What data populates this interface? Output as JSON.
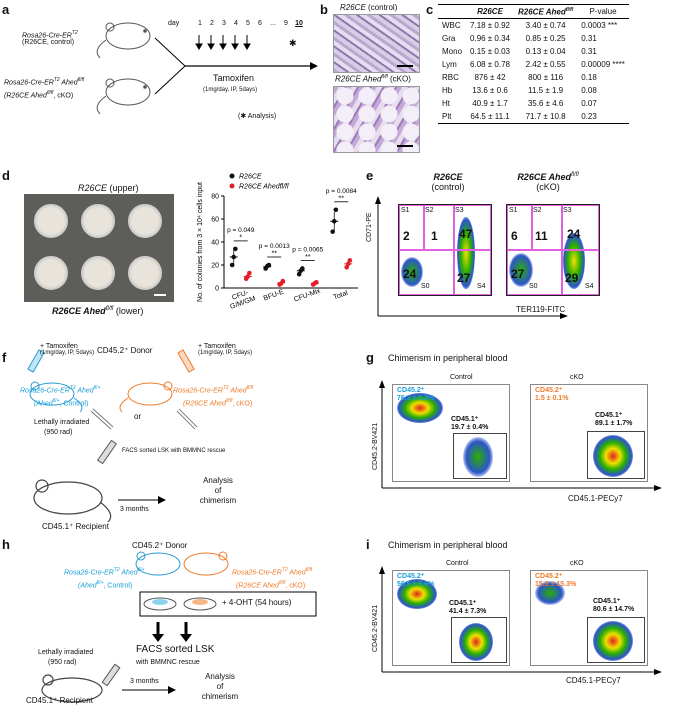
{
  "panels": {
    "a": {
      "label": "a",
      "mouse1_line1": "Rosa26-Cre-ER",
      "mouse1_sup1": "T2",
      "mouse1_line2": "(R26CE, control)",
      "mouse2_line1": "Rosa26-Cre-ER",
      "mouse2_sup1": "T2",
      "mouse2_line1b": " Ahed",
      "mouse2_sup2": "fl/fl",
      "mouse2_line2": "(R26CE Ahed",
      "mouse2_sup3": "fl/fl",
      "mouse2_line2b": ", cKO)",
      "days_label": "day",
      "days": [
        "1",
        "2",
        "3",
        "4",
        "5",
        "6",
        "...",
        "9",
        "10"
      ],
      "treatment": "Tamoxifen",
      "dose": "(1mg/day, IP, 5days)",
      "asterisk": "✱",
      "analysis_note": "(✱ Analysis)"
    },
    "b": {
      "label": "b",
      "top_title": "R26CE",
      "top_title_b": " (control)",
      "bottom_title": "R26CE Ahed",
      "bottom_sup": "fl/fl",
      "bottom_title_b": " (cKO)"
    },
    "c": {
      "label": "c",
      "headers": [
        "",
        "R26CE",
        "R26CE Ahed",
        "P-value"
      ],
      "header_sup": "fl/fl",
      "rows": [
        [
          "WBC",
          "7.18 ± 0.92",
          "3.40 ± 0.74",
          "0.0003",
          "***"
        ],
        [
          "Gra",
          "0.96 ± 0.34",
          "0.85 ± 0.25",
          "0.31",
          ""
        ],
        [
          "Mono",
          "0.15 ± 0.03",
          "0.13 ± 0.04",
          "0.31",
          ""
        ],
        [
          "Lym",
          "6.08 ± 0.78",
          "2.42 ± 0.55",
          "0.00009",
          "****"
        ],
        [
          "RBC",
          "876 ± 42",
          "800 ± 116",
          "0.18",
          ""
        ],
        [
          "Hb",
          "13.6 ± 0.6",
          "11.5 ± 1.9",
          "0.08",
          ""
        ],
        [
          "Ht",
          "40.9 ± 1.7",
          "35.6 ± 4.6",
          "0.07",
          ""
        ],
        [
          "Plt",
          "64.5 ± 11.1",
          "71.7 ± 10.8",
          "0.23",
          ""
        ]
      ]
    },
    "d": {
      "label": "d",
      "upper_caption": "R26CE",
      "upper_caption_b": "(upper)",
      "lower_caption": "R26CE Ahed",
      "lower_sup": "fl/fl",
      "lower_caption_b": "(lower)",
      "pvals": [
        "p = 0.049",
        "p = 0.0013",
        "p = 0.0065",
        "p = 0.0084"
      ],
      "stars": [
        "*",
        "**",
        "**",
        "**"
      ]
    },
    "e": {
      "label": "e",
      "title1": "R26CE",
      "sub1": "(control)",
      "title2": "R26CE Ahed",
      "title2_sup": "fl/fl",
      "sub2": "(cKO)",
      "y_axis": "CD71-PE",
      "x_axis": "TER119-FITC",
      "gates": [
        "S1",
        "S2",
        "S3",
        "S0",
        "S4"
      ],
      "control_values": [
        "2",
        "1",
        "47",
        "24",
        "27"
      ],
      "cko_values": [
        "6",
        "11",
        "24",
        "27",
        "29"
      ]
    },
    "f": {
      "label": "f",
      "tam_left": "+ Tamoxifen",
      "tam_left_dose": "(1mg/day, IP, 5days)",
      "tam_right": "+ Tamoxifen",
      "tam_right_dose": "(1mg/day, IP, 5days)",
      "donor": "CD45.2⁺ Donor",
      "left_strain": "Rosa26-Cre-ER",
      "left_strain_sup": "T2",
      "left_strain_b": " Ahed",
      "left_strain_sup2": "fl/+",
      "left_strain2": "(Ahed",
      "left_strain2_sup": "fl/+",
      "left_strain2_b": ", Control)",
      "or_text": "or",
      "right_strain": "Rosa26-Cre-ER",
      "right_strain_sup": "T2",
      "right_strain_b": " Ahed",
      "right_strain_sup2": "fl/fl",
      "right_strain2": "(R26CE Ahed",
      "right_strain2_sup": "fl/fl",
      "right_strain2_b": ", cKO)",
      "irradiated": "Lethally irradiated",
      "rad": "(950 rad)",
      "sorted": "FACS sorted LSK with BMMNC rescue",
      "months": "3 months",
      "analysis": "Analysis",
      "analysis2": "of",
      "analysis3": "chimerism",
      "recipient": "CD45.1⁺ Recipient"
    },
    "g": {
      "label": "g",
      "title": "Chimerism in peripheral blood",
      "col_control": "Control",
      "col_cko": "cKO",
      "y_axis": "CD45.2-BV421",
      "x_axis": "CD45.1-PECy7",
      "control_452_label": "CD45.2⁺",
      "control_452_value": "76.3 ± 0.3%",
      "control_451_label": "CD45.1⁺",
      "control_451_value": "19.7 ± 0.4%",
      "cko_452_label": "CD45.2⁺",
      "cko_452_value": "1.5 ± 0.1%",
      "cko_451_label": "CD45.1⁺",
      "cko_451_value": "89.1 ± 1.7%"
    },
    "h": {
      "label": "h",
      "donor": "CD45.2⁺ Donor",
      "left_strain": "Rosa26-Cre-ER",
      "left_strain_sup": "T2",
      "left_strain_b": " Ahed",
      "left_strain_sup2": "fl/+",
      "left_strain2": "(Ahed",
      "left_strain2_sup": "fl/+",
      "left_strain2_b": ", Control)",
      "right_strain": "Rosa26-Cre-ER",
      "right_strain_sup": "T2",
      "right_strain_b": " Ahed",
      "right_strain_sup2": "fl/fl",
      "right_strain2": "(R26CE Ahed",
      "right_strain2_sup": "fl/fl",
      "right_strain2_b": ", cKO)",
      "treatment": "+ 4-OHT (54 hours)",
      "sorted": "FACS sorted LSK",
      "rescue": "with BMMNC rescue",
      "irradiated": "Lethally irradiated",
      "rad": "(950 rad)",
      "months": "3 months",
      "analysis": "Analysis",
      "analysis2": "of",
      "analysis3": "chimerism",
      "recipient": "CD45.1⁺ Recipient"
    },
    "i": {
      "label": "i",
      "title": "Chimerism in peripheral blood",
      "col_control": "Control",
      "col_cko": "cKO",
      "y_axis": "CD45.2-BV421",
      "x_axis": "CD45.1-PECy7",
      "control_452_label": "CD45.2⁺",
      "control_452_value": "56.9 ± 8.6%",
      "control_451_label": "CD45.1⁺",
      "control_451_value": "41.4 ± 7.3%",
      "cko_452_label": "CD45.2⁺",
      "cko_452_value": "15.3 ± 15.3%",
      "cko_451_label": "CD45.1⁺",
      "cko_451_value": "80.6 ± 14.7%"
    }
  },
  "colors": {
    "control_blue": "#1aa0d8",
    "cko_orange": "#f07a28",
    "red_points": "#e0202a",
    "gate_magenta": "#e060e0"
  },
  "chart_data": {
    "type": "scatter",
    "title": "",
    "xlabel": "",
    "ylabel": "No. of colonies from 3 × 10⁴ cells input",
    "categories": [
      "CFU-G/M/GM",
      "BFU-E",
      "CFU-Mix",
      "Total"
    ],
    "ylim": [
      0,
      80
    ],
    "yticks": [
      0,
      20,
      40,
      60,
      80
    ],
    "legend": "top-left",
    "series": [
      {
        "name": "R26CE",
        "color": "#111111",
        "values": [
          [
            20,
            27,
            34
          ],
          [
            17,
            19,
            20
          ],
          [
            12,
            15,
            17
          ],
          [
            49,
            58,
            68
          ]
        ],
        "means": [
          27,
          18.5,
          15,
          58
        ],
        "sd": [
          6,
          1.5,
          2.5,
          8
        ]
      },
      {
        "name": "R26CE Ahed",
        "name_sup": "fl/fl",
        "color": "#e0202a",
        "values": [
          [
            8,
            10,
            13
          ],
          [
            3,
            4,
            6
          ],
          [
            3,
            4,
            5
          ],
          [
            18,
            21,
            24
          ]
        ],
        "means": [
          10,
          4.5,
          4,
          21
        ],
        "sd": [
          2,
          1,
          1,
          3
        ]
      }
    ],
    "pvalues": [
      "p = 0.049",
      "p = 0.0013",
      "p = 0.0065",
      "p = 0.0084"
    ]
  }
}
